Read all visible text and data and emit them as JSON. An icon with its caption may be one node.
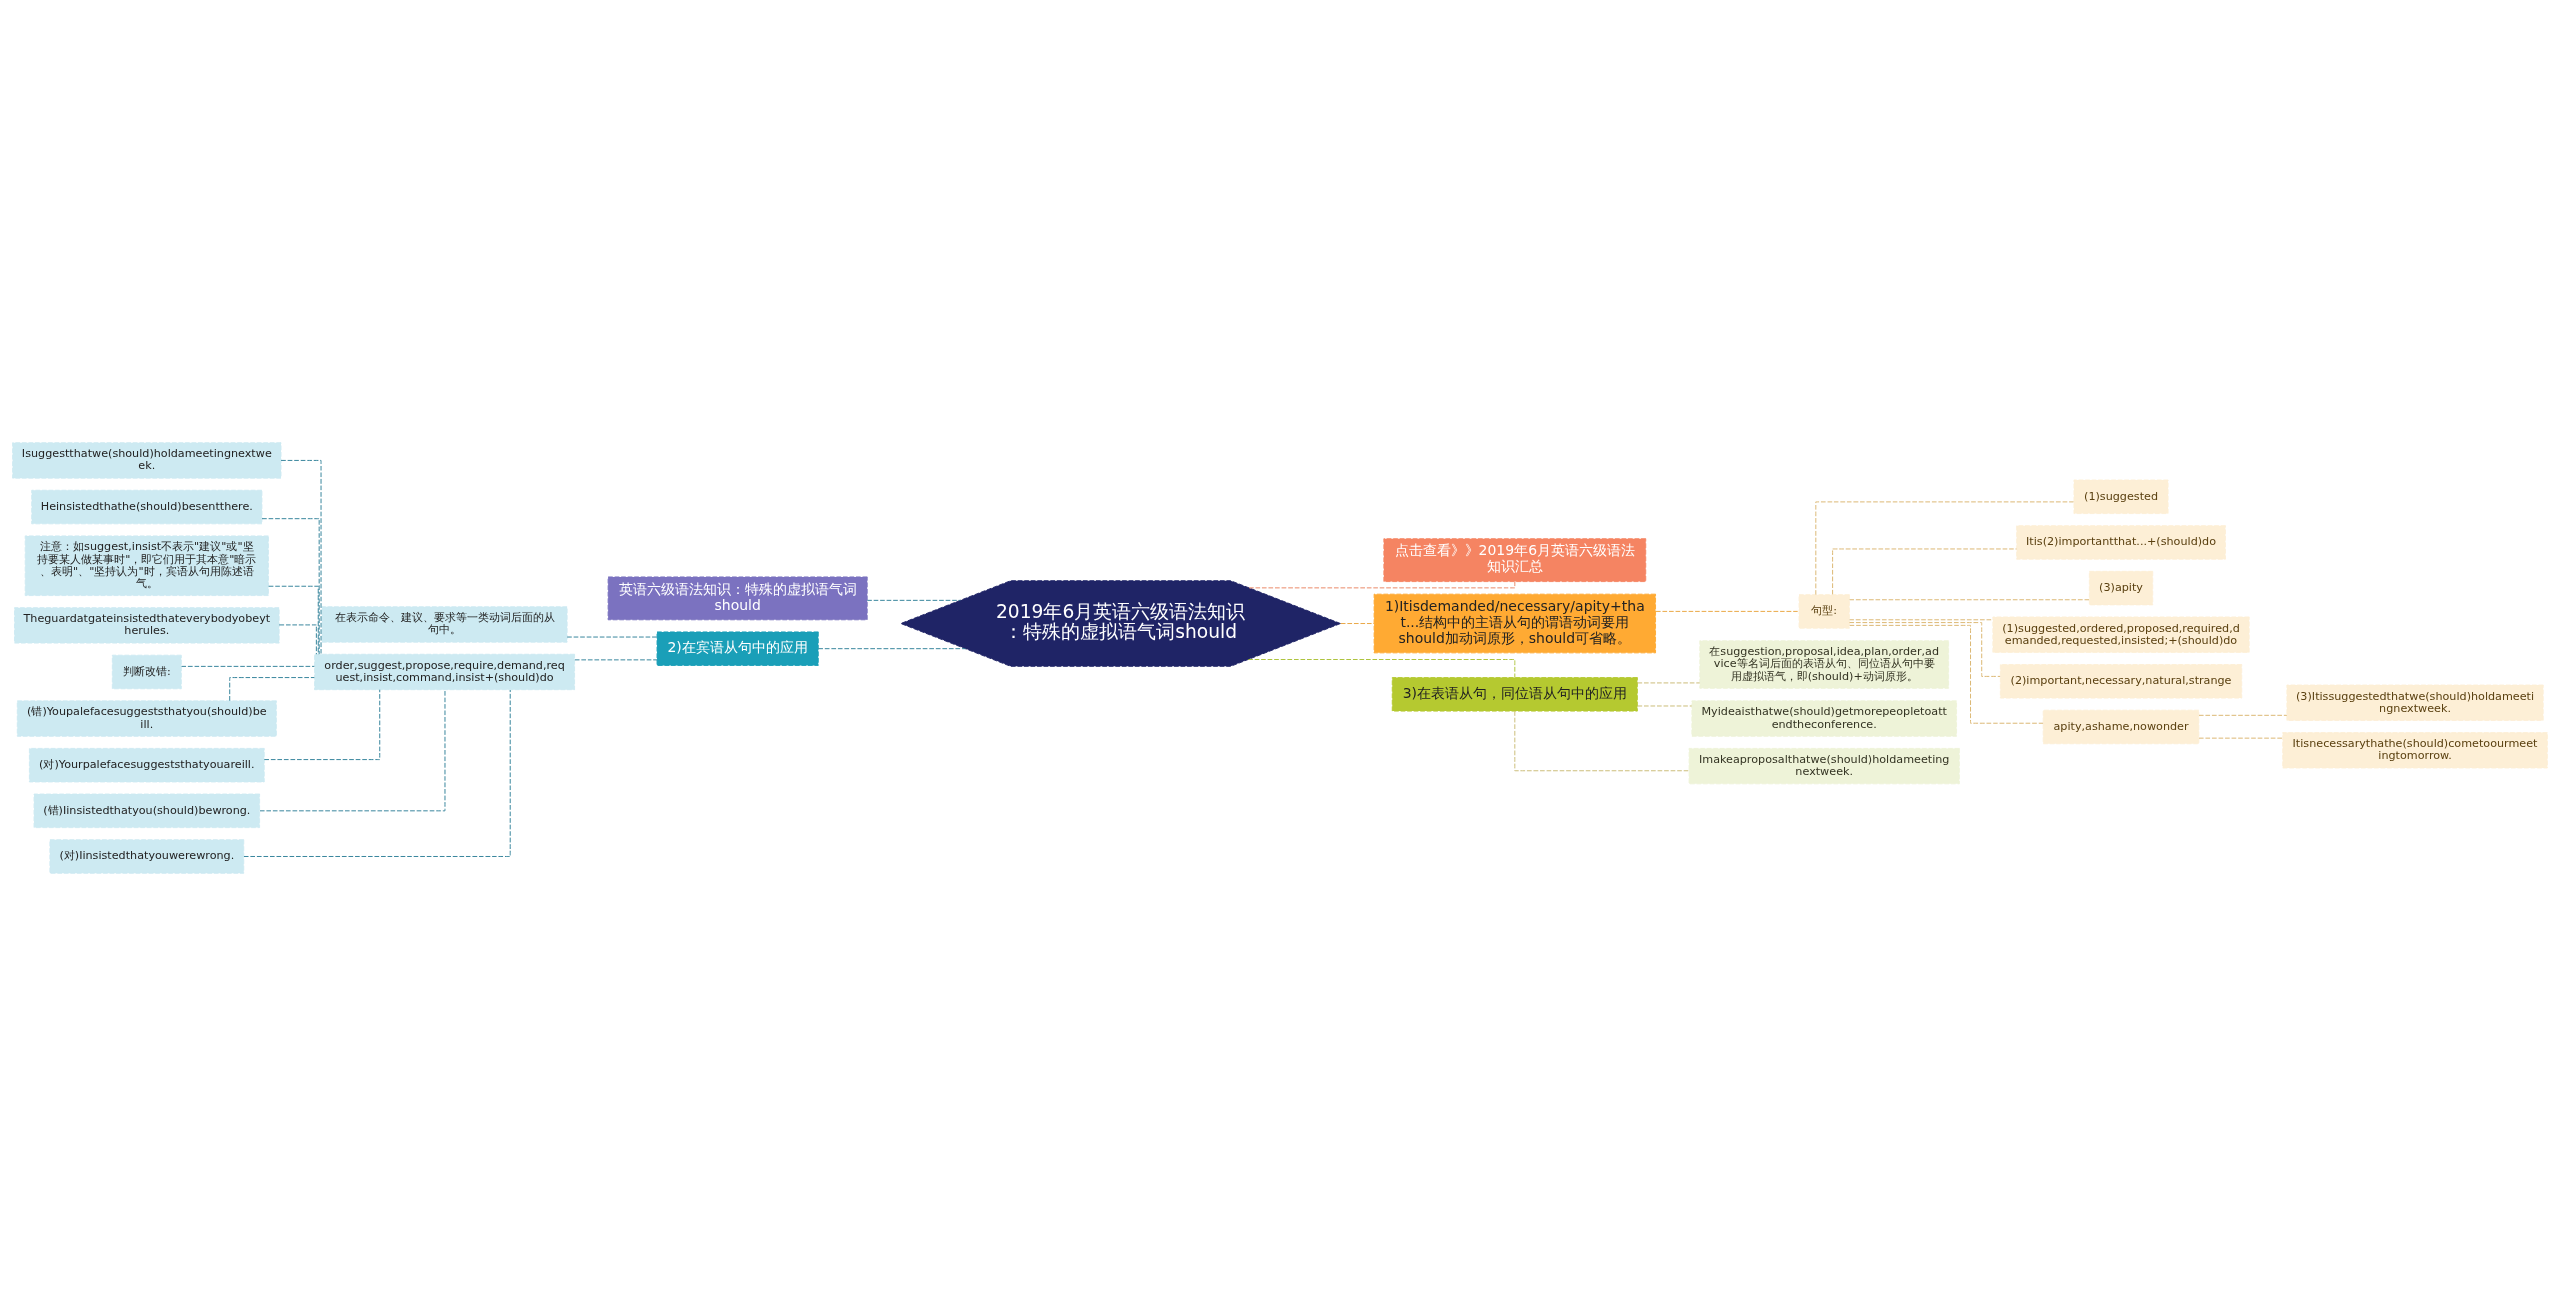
{
  "diagram": {
    "nodes": [
      {
        "text": [
          "2019年6月英语六级语法知识：特殊的虚拟语气词should"
        ]
      },
      {
        "text": [
          "英语六级语法知识：特殊的虚拟语气词should"
        ]
      },
      {
        "text": [
          "2)在宾语从句中的应用"
        ]
      },
      {
        "text": [
          "在表示命令、建议、要求等一类动词后面的从句中。"
        ]
      },
      {
        "text": [
          "order,suggest,propose,require,demand,request,insist,command,insist+(should)do"
        ]
      },
      {
        "text": [
          "Isuggestthatwe(should)holdameetingnextweek."
        ]
      },
      {
        "text": [
          "Heinsistedthathe(should)besentthere."
        ]
      },
      {
        "text": [
          "注意：如suggest,insist不表示\"建议\"或\"坚持要某人做某事时\"，即它们用于其本意\"暗示、表明\"、\"坚持认为\"时，宾语从句用陈述语气。"
        ]
      },
      {
        "text": [
          "Theguardatgateinsistedthateverybodyobeytherules."
        ]
      },
      {
        "text": [
          "判断改错:"
        ]
      },
      {
        "text": [
          "(错)Youpalefacesuggeststhatyou(should)beill."
        ]
      },
      {
        "text": [
          "(对)Yourpalefacesuggeststhatyouareill."
        ]
      },
      {
        "text": [
          "(错)Iinsistedthatyou(should)bewrong."
        ]
      },
      {
        "text": [
          "(对)Iinsistedthatyouwerewrong."
        ]
      },
      {
        "text": [
          "点击查看》》2019年6月英语六级语法知识汇总"
        ]
      },
      {
        "text": [
          "1)Itisdemanded/necessary/apity+that...结构中的主语从句的谓语动词要用should加动词原形，should可省略。"
        ]
      },
      {
        "text": [
          "句型:"
        ]
      },
      {
        "text": [
          "(1)suggested"
        ]
      },
      {
        "text": [
          "Itis(2)importantthat...+(should)do"
        ]
      },
      {
        "text": [
          "(3)apity"
        ]
      },
      {
        "text": [
          "(1)suggested,ordered,proposed,required,demanded,requested,insisted;+(should)do"
        ]
      },
      {
        "text": [
          "(2)important,necessary,natural,strange"
        ]
      },
      {
        "text": [
          "apity,ashame,nowonder"
        ]
      },
      {
        "text": [
          "(3)Itissuggestedthatwe(should)holdameetingnextweek."
        ]
      },
      {
        "text": [
          "Itisnecessarythathe(should)cometoourmeetingtomorrow."
        ]
      },
      {
        "text": [
          "3)在表语从句，同位语从句中的应用"
        ]
      },
      {
        "text": [
          "在suggestion,proposal,idea,plan,order,advice等名词后面的表语从句、同位语从句中要用虚拟语气，即(should)+动词原形。"
        ]
      },
      {
        "text": [
          "Myideaisthatwe(should)getmorepeopletoattendtheconference."
        ]
      },
      {
        "text": [
          "Imakeaproposalthatwe(should)holdameetingnextweek."
        ]
      }
    ],
    "edges": [
      {
        "from": 0,
        "to": 1,
        "arrow": "none",
        "style": "dashed"
      },
      {
        "from": 0,
        "to": 2,
        "arrow": "none",
        "style": "dashed"
      },
      {
        "from": 2,
        "to": 3,
        "arrow": "none",
        "style": "dashed"
      },
      {
        "from": 2,
        "to": 4,
        "arrow": "none",
        "style": "dashed"
      },
      {
        "from": 4,
        "to": 5,
        "arrow": "none",
        "style": "dashed"
      },
      {
        "from": 4,
        "to": 6,
        "arrow": "none",
        "style": "dashed"
      },
      {
        "from": 4,
        "to": 7,
        "arrow": "none",
        "style": "dashed"
      },
      {
        "from": 4,
        "to": 8,
        "arrow": "none",
        "style": "dashed"
      },
      {
        "from": 4,
        "to": 9,
        "arrow": "none",
        "style": "dashed"
      },
      {
        "from": 4,
        "to": 10,
        "arrow": "none",
        "style": "dashed"
      },
      {
        "from": 4,
        "to": 11,
        "arrow": "none",
        "style": "dashed"
      },
      {
        "from": 4,
        "to": 12,
        "arrow": "none",
        "style": "dashed"
      },
      {
        "from": 4,
        "to": 13,
        "arrow": "none",
        "style": "dashed"
      },
      {
        "from": 0,
        "to": 14,
        "arrow": "none",
        "style": "dashed",
        "color": "#e8805c"
      },
      {
        "from": 0,
        "to": 15,
        "arrow": "none",
        "style": "dashed",
        "color": "#e8a23a"
      },
      {
        "from": 15,
        "to": 16,
        "arrow": "none",
        "style": "dashed",
        "color": "#e8a23a"
      },
      {
        "from": 16,
        "to": 17,
        "arrow": "none",
        "style": "dashed",
        "color": "#d9b36a"
      },
      {
        "from": 16,
        "to": 18,
        "arrow": "none",
        "style": "dashed",
        "color": "#d9b36a"
      },
      {
        "from": 16,
        "to": 19,
        "arrow": "none",
        "style": "dashed",
        "color": "#d9b36a"
      },
      {
        "from": 16,
        "to": 20,
        "arrow": "none",
        "style": "dashed",
        "color": "#d9b36a"
      },
      {
        "from": 16,
        "to": 21,
        "arrow": "none",
        "style": "dashed",
        "color": "#d9b36a"
      },
      {
        "from": 16,
        "to": 22,
        "arrow": "none",
        "style": "dashed",
        "color": "#d9b36a"
      },
      {
        "from": 22,
        "to": 23,
        "arrow": "none",
        "style": "dashed",
        "color": "#d9b36a"
      },
      {
        "from": 22,
        "to": 24,
        "arrow": "none",
        "style": "dashed",
        "color": "#d9b36a"
      },
      {
        "from": 0,
        "to": 25,
        "arrow": "none",
        "style": "dashed",
        "color": "#a8c030"
      },
      {
        "from": 25,
        "to": 26,
        "arrow": "none",
        "style": "dashed",
        "color": "#c8b870"
      },
      {
        "from": 25,
        "to": 27,
        "arrow": "none",
        "style": "dashed",
        "color": "#c8b870"
      },
      {
        "from": 25,
        "to": 28,
        "arrow": "none",
        "style": "dashed",
        "color": "#c8b870"
      }
    ]
  }
}
